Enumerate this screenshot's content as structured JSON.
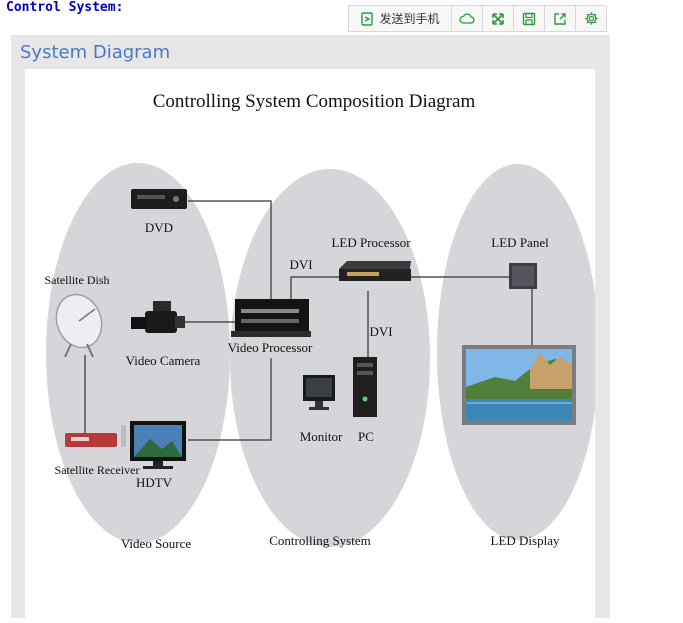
{
  "page": {
    "heading": "Control System:"
  },
  "toolbar": {
    "send_to_phone_label": "发送到手机",
    "buttons": [
      {
        "name": "cloud-icon"
      },
      {
        "name": "expand-icon"
      },
      {
        "name": "save-icon"
      },
      {
        "name": "share-icon"
      },
      {
        "name": "gear-icon"
      }
    ],
    "accent_color": "#2e9a3a"
  },
  "panel": {
    "title": "System Diagram"
  },
  "diagram": {
    "title": "Controlling System Composition Diagram",
    "groups": {
      "video_source": "Video Source",
      "controlling_system": "Controlling System",
      "led_display": "LED Display"
    },
    "devices": {
      "dvd": "DVD",
      "satellite_dish": "Satellite Dish",
      "video_camera": "Video Camera",
      "satellite_receiver": "Satellite Receiver",
      "hdtv": "HDTV",
      "video_processor": "Video Processor",
      "led_processor": "LED Processor",
      "monitor": "Monitor",
      "pc": "PC",
      "led_panel": "LED Panel"
    },
    "connections": {
      "dvi_top": "DVI",
      "dvi_vertical": "DVI"
    }
  }
}
